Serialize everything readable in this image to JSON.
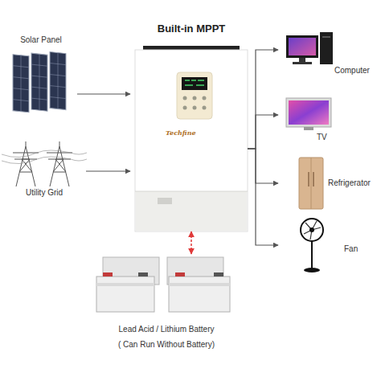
{
  "diagram": {
    "nodes": [
      {
        "text": [
          "Solar Panel"
        ]
      },
      {
        "text": [
          "Utility Grid"
        ]
      },
      {
        "text": [
          "Built-in MPPT"
        ]
      },
      {
        "text": [
          "Computer"
        ]
      },
      {
        "text": [
          "TV"
        ]
      },
      {
        "text": [
          "Refrigerator"
        ]
      },
      {
        "text": [
          "Fan"
        ]
      },
      {
        "text": [
          "Lead Acid / Lithium Battery",
          "( Can Run Without Battery)"
        ]
      }
    ],
    "edges": [
      {
        "from": 0,
        "to": 2,
        "arrow": "to"
      },
      {
        "from": 1,
        "to": 2,
        "arrow": "to"
      },
      {
        "from": 2,
        "to": 3,
        "arrow": "to"
      },
      {
        "from": 2,
        "to": 4,
        "arrow": "to"
      },
      {
        "from": 2,
        "to": 5,
        "arrow": "to"
      },
      {
        "from": 2,
        "to": 6,
        "arrow": "to"
      },
      {
        "from": 2,
        "to": 7,
        "arrow": "both"
      }
    ],
    "labels": [
      "Techfine"
    ]
  }
}
